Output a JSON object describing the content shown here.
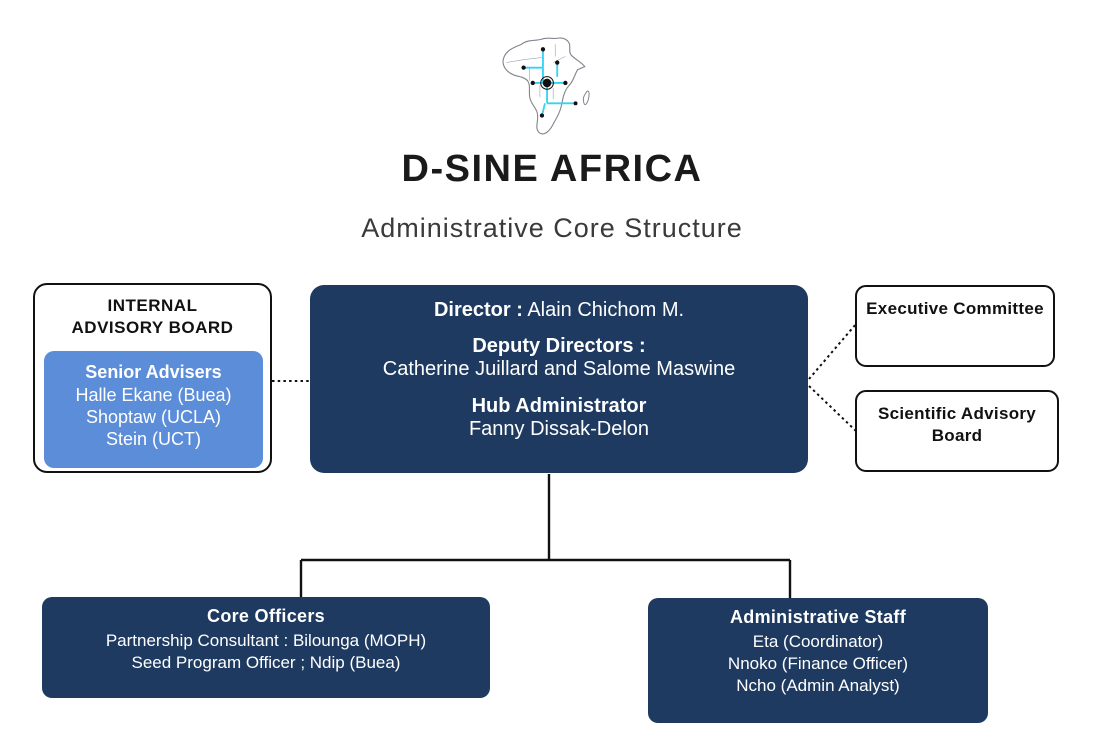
{
  "header": {
    "title": "D-SINE AFRICA",
    "subtitle": "Administrative Core Structure"
  },
  "logo": {
    "icon": "africa-network-map",
    "outline_color": "#81868f",
    "border_detail_color": "#44507a",
    "network_color": "#35d2f2",
    "node_color": "#111111"
  },
  "colors": {
    "navy_box": "#1e3a60",
    "blue_panel": "#5b8dd9",
    "box_border": "#111111",
    "connector": "#111111",
    "background": "#ffffff"
  },
  "internal_advisory_board": {
    "title": "INTERNAL ADVISORY BOARD",
    "title_line1": "INTERNAL",
    "title_line2": "ADVISORY BOARD",
    "senior_advisers": {
      "title": "Senior Advisers",
      "members": [
        "Halle Ekane (Buea)",
        "Shoptaw (UCLA)",
        "Stein (UCT)"
      ]
    }
  },
  "directorate": {
    "director_label": "Director :",
    "director_name": "Alain Chichom M.",
    "deputy_label": "Deputy Directors :",
    "deputy_names": "Catherine Juillard and Salome Maswine",
    "hub_admin_label": "Hub Administrator",
    "hub_admin_name": "Fanny Dissak-Delon"
  },
  "executive_committee": {
    "label": "Executive Committee"
  },
  "scientific_advisory_board": {
    "label": "Scientific Advisory Board"
  },
  "core_officers": {
    "title": "Core Officers",
    "lines": [
      "Partnership Consultant : Bilounga (MOPH)",
      "Seed  Program Officer ; Ndip (Buea)"
    ]
  },
  "administrative_staff": {
    "title": "Administrative Staff",
    "lines": [
      "Eta (Coordinator)",
      "Nnoko (Finance  Officer)",
      "Ncho (Admin Analyst)"
    ]
  }
}
